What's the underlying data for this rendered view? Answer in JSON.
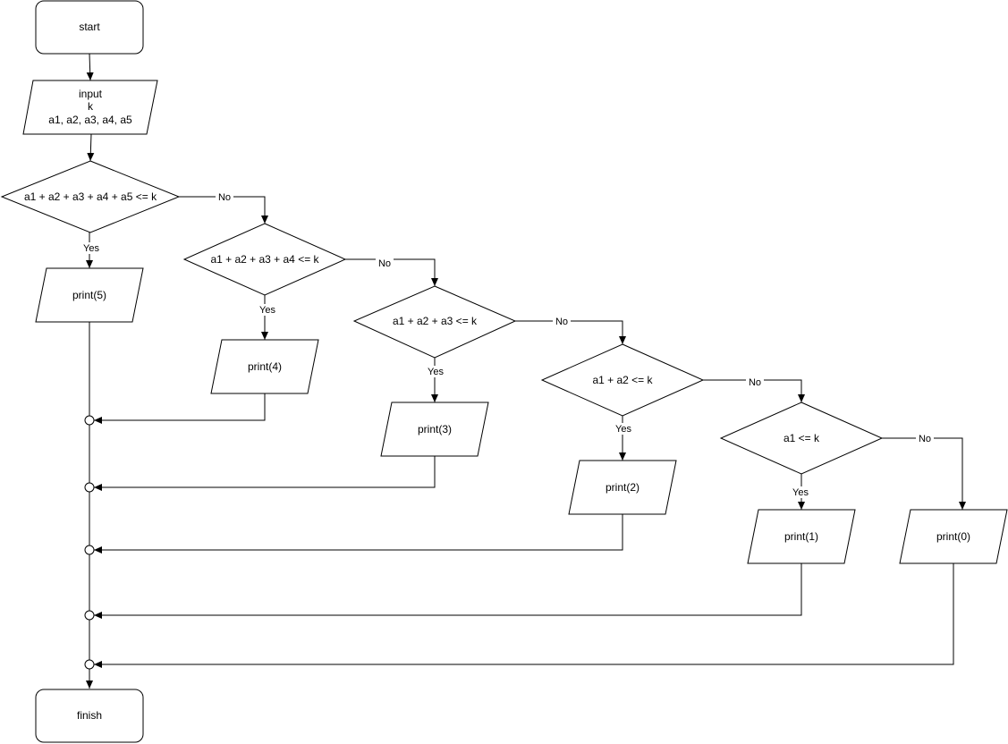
{
  "flowchart": {
    "start": "start",
    "input": [
      "input",
      "k",
      "a1, a2, a3, a4, a5"
    ],
    "decisions": [
      "a1 + a2 + a3 + a4 + a5 <= k",
      "a1 + a2 + a3 + a4 <= k",
      "a1 + a2 + a3 <= k",
      "a1 + a2 <= k",
      "a1 <= k"
    ],
    "outputs": [
      "print(5)",
      "print(4)",
      "print(3)",
      "print(2)",
      "print(1)",
      "print(0)"
    ],
    "finish": "finish",
    "yes_label": "Yes",
    "no_label": "No"
  }
}
